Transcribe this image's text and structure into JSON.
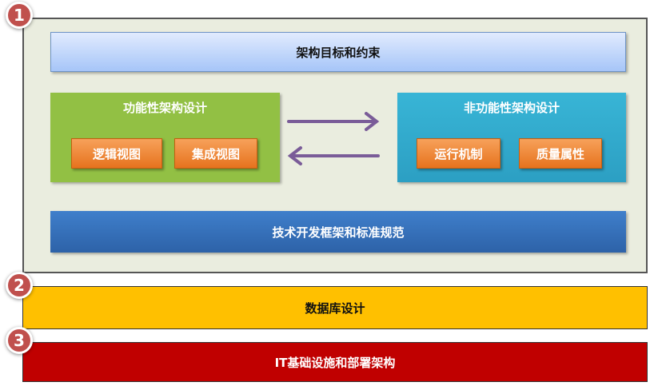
{
  "badges": [
    "1",
    "2",
    "3"
  ],
  "top": "架构目标和约束",
  "functional": {
    "title": "功能性架构设计",
    "items": [
      "逻辑视图",
      "集成视图"
    ]
  },
  "nonfunctional": {
    "title": "非功能性架构设计",
    "items": [
      "运行机制",
      "质量属性"
    ]
  },
  "framework": "技术开发框架和标准规范",
  "database": "数据库设计",
  "infra": "IT基础设施和部署架构",
  "colors": {
    "arrow": "#7a5c98",
    "badge": "#c0504d"
  }
}
